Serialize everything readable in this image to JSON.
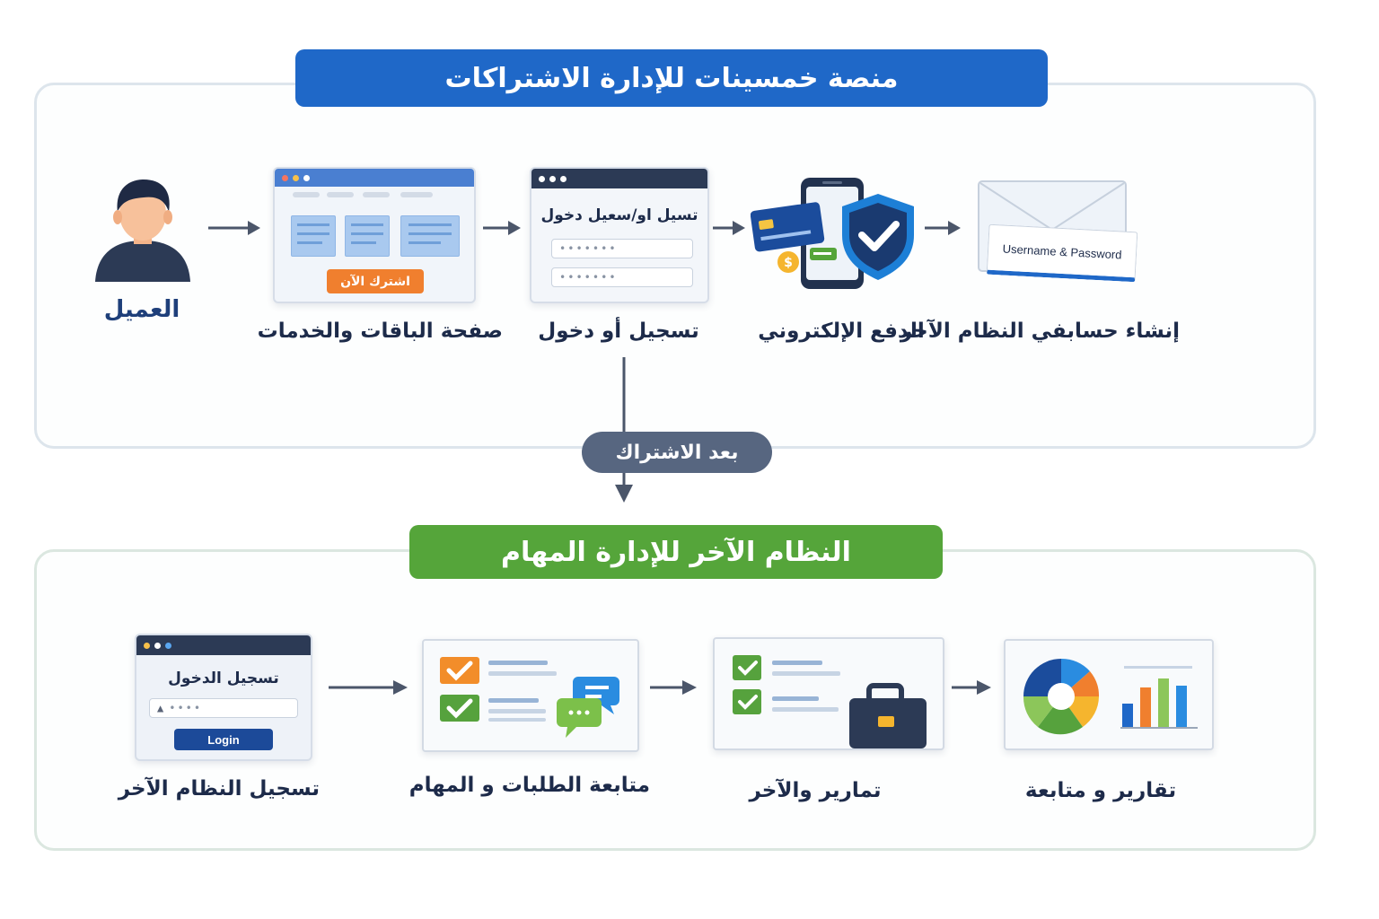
{
  "top": {
    "title": "منصة خمسينات للإدارة الاشتراكات",
    "steps": [
      {
        "label": "العميل"
      },
      {
        "label": "صفحة الباقات والخدمات",
        "button": "اشترك الآن"
      },
      {
        "label": "تسجيل أو دخول",
        "form_title": "تسيل او/سعيل دخول",
        "field_1": "•••••••",
        "field_2": "•••••••"
      },
      {
        "label": "الدفع الإلكتروني"
      },
      {
        "label": "إنشاء حسابفي النظام الآخر",
        "credential_card": "Username & Password"
      }
    ]
  },
  "connector": {
    "label": "بعد الاشتراك"
  },
  "bottom": {
    "title": "النظام الآخر للإدارة المهام",
    "steps": [
      {
        "label": "تسجيل النظام الآخر",
        "form_title": "تسجيل الدخول",
        "field": "••••",
        "button": "Login"
      },
      {
        "label": "متابعة الطلبات و المهام"
      },
      {
        "label": "تمارير والآخر"
      },
      {
        "label": "تقارير و متابعة"
      }
    ]
  },
  "colors": {
    "blue_banner": "#1f68c8",
    "green_banner": "#55a53a",
    "pill": "#576680",
    "accent_orange": "#f07f2e",
    "navy": "#223a66"
  },
  "icons": [
    "user-icon",
    "browser-icon",
    "login-form-icon",
    "credit-card-icon",
    "phone-icon",
    "shield-check-icon",
    "envelope-icon",
    "checklist-icon",
    "chat-icon",
    "briefcase-icon",
    "pie-chart-icon",
    "bar-chart-icon",
    "arrow-icon"
  ]
}
